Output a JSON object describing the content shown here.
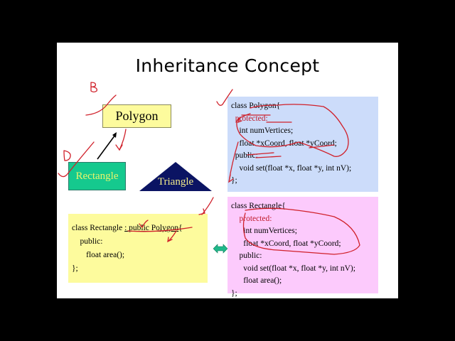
{
  "slide": {
    "title": "Inheritance Concept",
    "diagram": {
      "base_class": "Polygon",
      "derived_left": "Rectangle",
      "derived_right": "Triangle",
      "colors": {
        "polygon_fill": "#fdfb9d",
        "rectangle_fill": "#15c98e",
        "rectangle_text": "#e9f56b",
        "triangle_fill": "#0b1463",
        "triangle_text": "#f3ec8a"
      }
    },
    "code_polygon": {
      "lines": [
        "class Polygon{",
        "  protected:",
        "    int numVertices;",
        "    float *xCoord, float *yCoord;",
        "  public:",
        "    void set(float *x, float *y, int nV);",
        "};"
      ]
    },
    "code_rectangle_full": {
      "lines": [
        "class Rectangle{",
        "    protected:",
        "      int numVertices;",
        "      float *xCoord, float *yCoord;",
        "    public:",
        "      void set(float *x, float *y, int nV);",
        "      float area();",
        "};"
      ]
    },
    "code_rectangle_derived": {
      "prefix": "class Rectangle ",
      "inherit": ": public Polygon",
      "suffix": "{",
      "lines": [
        "    public:",
        "       float area();",
        "};"
      ]
    },
    "annotations": {
      "letter_b": "B",
      "letter_d": "D",
      "ink_color": "#d0202a"
    }
  }
}
